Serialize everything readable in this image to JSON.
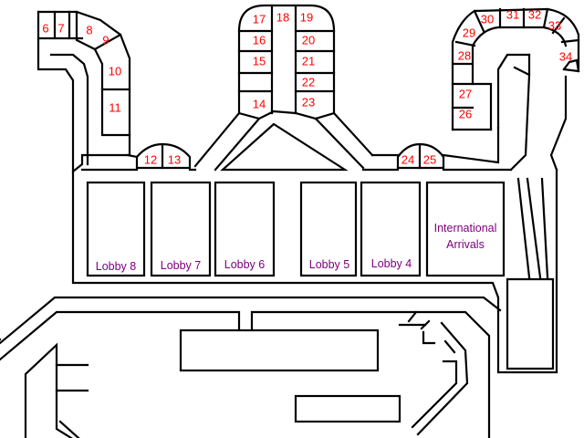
{
  "colors": {
    "background": "#ffffff",
    "walls": "#000000",
    "gate_text": "#ff0000",
    "lobby_text": "#800080"
  },
  "gates": [
    {
      "number": "6"
    },
    {
      "number": "7"
    },
    {
      "number": "8"
    },
    {
      "number": "9"
    },
    {
      "number": "10"
    },
    {
      "number": "11"
    },
    {
      "number": "12"
    },
    {
      "number": "13"
    },
    {
      "number": "14"
    },
    {
      "number": "15"
    },
    {
      "number": "16"
    },
    {
      "number": "17"
    },
    {
      "number": "18"
    },
    {
      "number": "19"
    },
    {
      "number": "20"
    },
    {
      "number": "21"
    },
    {
      "number": "22"
    },
    {
      "number": "23"
    },
    {
      "number": "24"
    },
    {
      "number": "25"
    },
    {
      "number": "26"
    },
    {
      "number": "27"
    },
    {
      "number": "28"
    },
    {
      "number": "29"
    },
    {
      "number": "30"
    },
    {
      "number": "31"
    },
    {
      "number": "32"
    },
    {
      "number": "33"
    },
    {
      "number": "34"
    }
  ],
  "lobbies": [
    {
      "label": "Lobby 8"
    },
    {
      "label": "Lobby 7"
    },
    {
      "label": "Lobby 6"
    },
    {
      "label": "Lobby 5"
    },
    {
      "label": "Lobby 4"
    }
  ],
  "arrivals": {
    "line1": "International",
    "line2": "Arrivals"
  }
}
